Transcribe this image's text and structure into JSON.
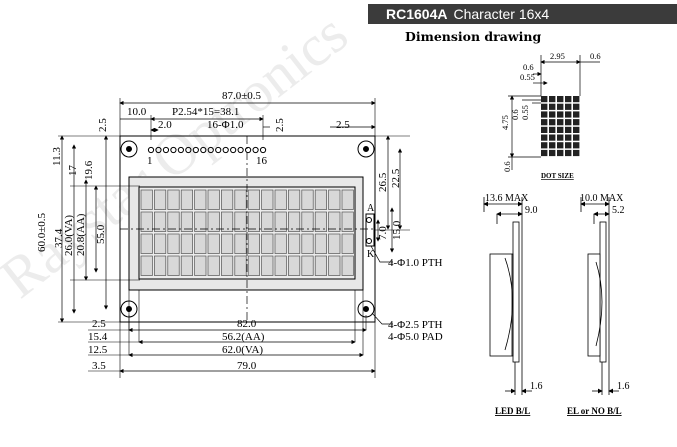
{
  "header": {
    "model": "RC1604A",
    "description": "Character  16x4"
  },
  "subtitle": "Dimension drawing",
  "watermark": "Raystar Optronics",
  "front": {
    "top_width": "87.0±0.5",
    "pin_start": "10.0",
    "pin_pitch": "P2.54*15=38.1",
    "pin_offset": "2.0",
    "pin_holes": "16-Φ1.0",
    "pin_first": "1",
    "pin_last": "16",
    "left_margin_top": "2.5",
    "pin_vertical": "2.5",
    "right_margin_top": "2.5",
    "dim_11_3": "11.3",
    "dim_17": "17",
    "dim_19_6": "19.6",
    "height_total": "60.0±0.5",
    "dim_37_4": "37.4",
    "dim_26_0": "26.0(VA)",
    "dim_20_8": "20.8(AA)",
    "dim_55": "55.0",
    "dim_26_5": "26.5",
    "dim_22_5": "22.5",
    "dim_7_0": "7.0",
    "dim_15_0": "15.0",
    "label_a": "A",
    "label_k": "K",
    "pth_led": "4-Φ1.0 PTH",
    "pth_mount": "4-Φ2.5 PTH",
    "pad_mount": "4-Φ5.0 PAD",
    "bottom_rows": [
      {
        "left": "2.5",
        "center": "82.0"
      },
      {
        "left": "15.4",
        "center": "56.2(AA)"
      },
      {
        "left": "12.5",
        "center": "62.0(VA)"
      },
      {
        "left": "3.5",
        "center": "79.0"
      }
    ]
  },
  "dot": {
    "w": "2.95",
    "a": "0.6",
    "b": "0.6",
    "c": "0.55",
    "h": "4.75",
    "d": "0.6",
    "e": "0.55",
    "f": "0.6",
    "caption": "DOT SIZE"
  },
  "side": {
    "led_max": "13.6 MAX",
    "led_9": "9.0",
    "led_pcb": "1.6",
    "led_caption": "LED B/L",
    "el_max": "10.0 MAX",
    "el_5": "5.2",
    "el_pcb": "1.6",
    "el_caption": "EL or NO B/L"
  }
}
